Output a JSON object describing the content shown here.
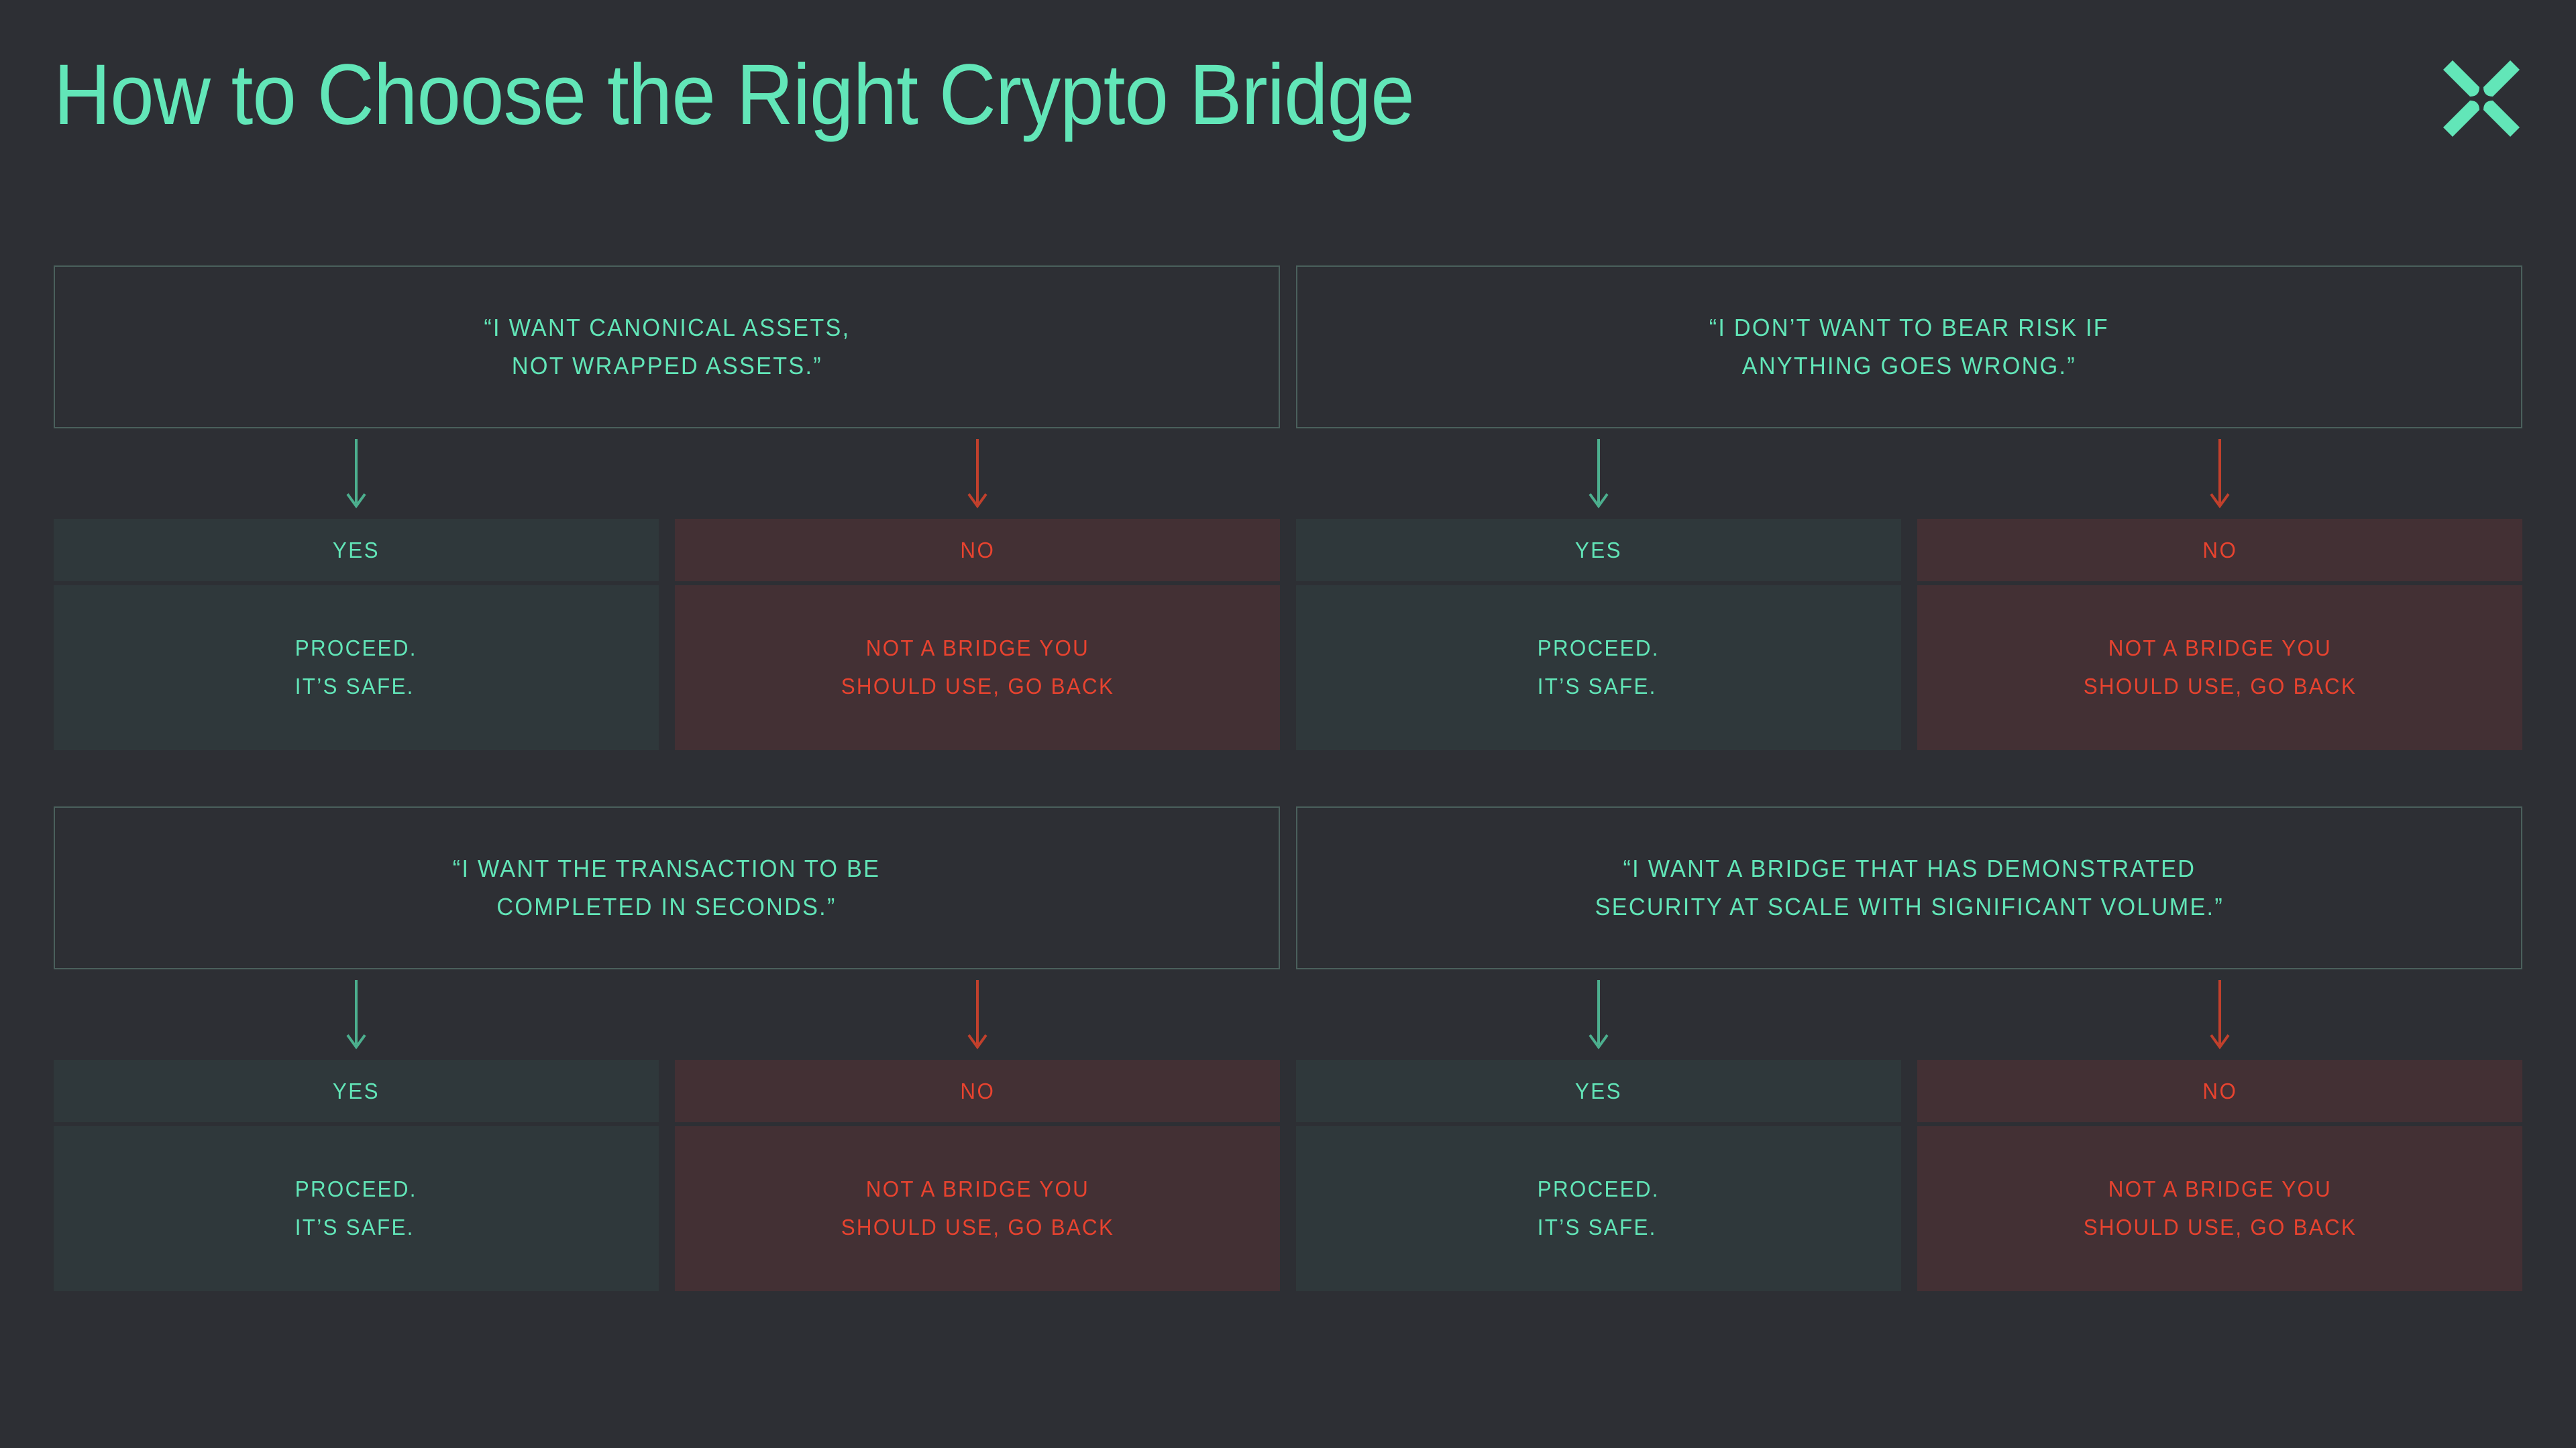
{
  "page": {
    "background_color": "#2d2f34",
    "accent_color": "#62e6b8",
    "danger_color": "#e8432f",
    "yes_box_color": "#2f383b",
    "no_box_color": "#433034",
    "border_color": "#4a605c"
  },
  "header": {
    "title": "How to Choose the Right Crypto Bridge",
    "logo_name": "across-x-logo"
  },
  "labels": {
    "yes": "YES",
    "no": "NO",
    "proceed": "PROCEED.\nIT’S SAFE.",
    "reject": "NOT A BRIDGE YOU\nSHOULD USE, GO BACK"
  },
  "blocks": [
    {
      "questions": [
        "“I WANT CANONICAL ASSETS,\nNOT WRAPPED ASSETS.”",
        "“I DON’T WANT TO BEAR RISK IF\nANYTHING GOES WRONG.”"
      ],
      "branches": [
        {
          "answer": "YES",
          "outcome": "PROCEED.\nIT’S SAFE.",
          "tone": "yes"
        },
        {
          "answer": "NO",
          "outcome": "NOT A BRIDGE YOU\nSHOULD USE, GO BACK",
          "tone": "no"
        },
        {
          "answer": "YES",
          "outcome": "PROCEED.\nIT’S SAFE.",
          "tone": "yes"
        },
        {
          "answer": "NO",
          "outcome": "NOT A BRIDGE YOU\nSHOULD USE, GO BACK",
          "tone": "no"
        }
      ]
    },
    {
      "questions": [
        "“I WANT THE TRANSACTION TO BE\nCOMPLETED IN SECONDS.”",
        "“I WANT A BRIDGE THAT HAS DEMONSTRATED\nSECURITY AT SCALE WITH SIGNIFICANT VOLUME.”"
      ],
      "branches": [
        {
          "answer": "YES",
          "outcome": "PROCEED.\nIT’S SAFE.",
          "tone": "yes"
        },
        {
          "answer": "NO",
          "outcome": "NOT A BRIDGE YOU\nSHOULD USE, GO BACK",
          "tone": "no"
        },
        {
          "answer": "YES",
          "outcome": "PROCEED.\nIT’S SAFE.",
          "tone": "yes"
        },
        {
          "answer": "NO",
          "outcome": "NOT A BRIDGE YOU\nSHOULD USE, GO BACK",
          "tone": "no"
        }
      ]
    }
  ]
}
